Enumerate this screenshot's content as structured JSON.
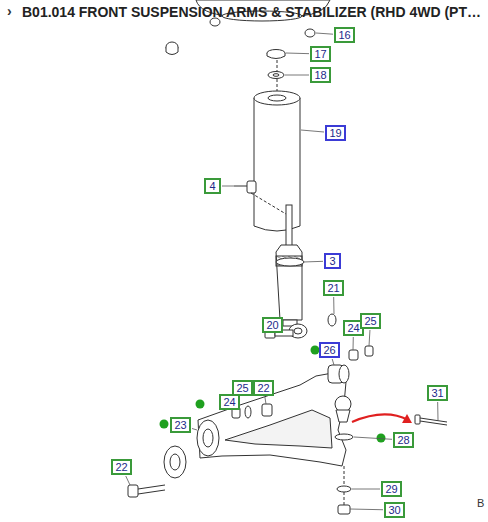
{
  "diagram": {
    "title": "B01.014 FRONT SUSPENSION ARMS & STABILIZER (RHD 4WD (PT…",
    "nodes": [
      {
        "text": [
          "16"
        ]
      },
      {
        "text": [
          "17"
        ]
      },
      {
        "text": [
          "18"
        ]
      },
      {
        "text": [
          "19"
        ]
      },
      {
        "text": [
          "4"
        ]
      },
      {
        "text": [
          "3"
        ]
      },
      {
        "text": [
          "21"
        ]
      },
      {
        "text": [
          "20"
        ]
      },
      {
        "text": [
          "24"
        ]
      },
      {
        "text": [
          "25"
        ]
      },
      {
        "text": [
          "26"
        ]
      },
      {
        "text": [
          "25"
        ]
      },
      {
        "text": [
          "22"
        ]
      },
      {
        "text": [
          "24"
        ]
      },
      {
        "text": [
          "31"
        ]
      },
      {
        "text": [
          "23"
        ]
      },
      {
        "text": [
          "28"
        ]
      },
      {
        "text": [
          "22"
        ]
      },
      {
        "text": [
          "29"
        ]
      },
      {
        "text": [
          "30"
        ]
      }
    ],
    "labels": [
      "›",
      "B"
    ]
  }
}
